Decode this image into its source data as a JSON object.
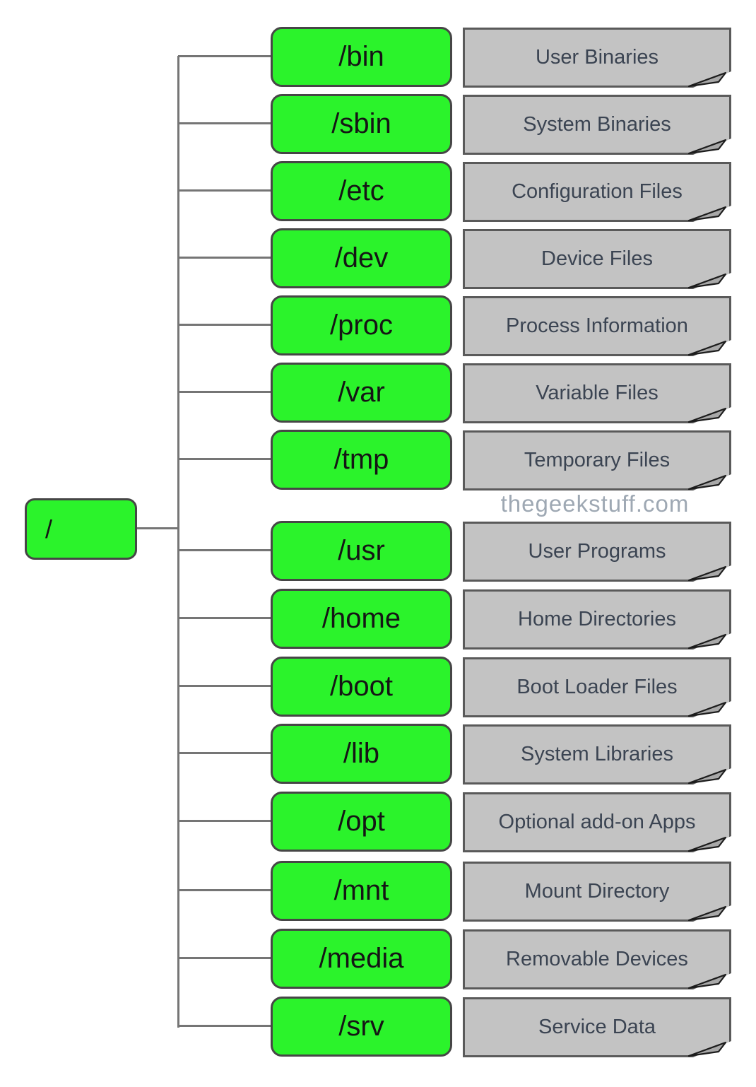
{
  "diagram": {
    "title_hint": "Linux filesystem hierarchy tree",
    "root": {
      "label": "/"
    },
    "watermark": "thegeekstuff.com",
    "rows": [
      {
        "dir": "/bin",
        "desc": "User Binaries"
      },
      {
        "dir": "/sbin",
        "desc": "System Binaries"
      },
      {
        "dir": "/etc",
        "desc": "Configuration Files"
      },
      {
        "dir": "/dev",
        "desc": "Device Files"
      },
      {
        "dir": "/proc",
        "desc": "Process Information"
      },
      {
        "dir": "/var",
        "desc": "Variable Files"
      },
      {
        "dir": "/tmp",
        "desc": "Temporary Files"
      },
      {
        "dir": "/usr",
        "desc": "User Programs"
      },
      {
        "dir": "/home",
        "desc": "Home Directories"
      },
      {
        "dir": "/boot",
        "desc": "Boot Loader Files"
      },
      {
        "dir": "/lib",
        "desc": "System Libraries"
      },
      {
        "dir": "/opt",
        "desc": "Optional add-on Apps"
      },
      {
        "dir": "/mnt",
        "desc": "Mount Directory"
      },
      {
        "dir": "/media",
        "desc": "Removable Devices"
      },
      {
        "dir": "/srv",
        "desc": "Service Data"
      }
    ],
    "colors": {
      "node_green": "#2bf32b",
      "node_border": "#464646",
      "note_gray": "#c3c3c3",
      "note_border": "#5a5a5a",
      "note_text": "#3b4452",
      "line_gray": "#757575",
      "watermark_gray": "#9ea8b3"
    }
  }
}
